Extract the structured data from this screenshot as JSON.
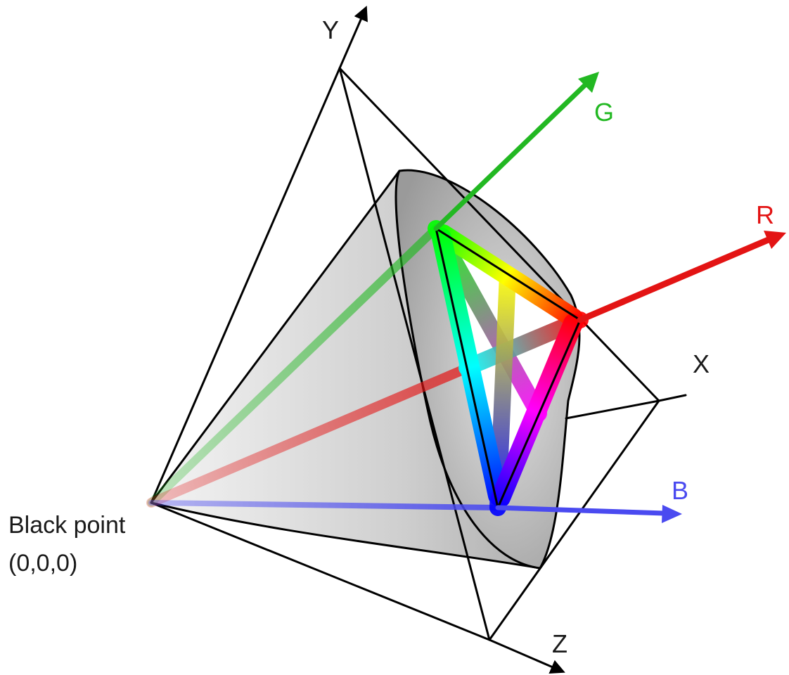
{
  "labels": {
    "y_axis": "Y",
    "x_axis": "X",
    "z_axis": "Z",
    "g_axis": "G",
    "r_axis": "R",
    "b_axis": "B",
    "black_point_line1": "Black point",
    "black_point_line2": "(0,0,0)"
  },
  "colors": {
    "green": "#22b822",
    "red": "#e31414",
    "blue": "#4a4af0",
    "outline": "#000000"
  }
}
